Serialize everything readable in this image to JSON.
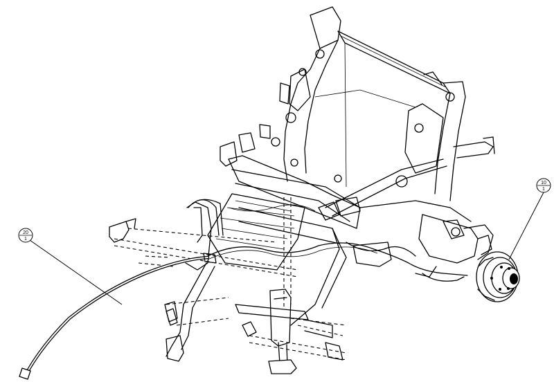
{
  "callouts": [
    {
      "id": "cable",
      "number": "20",
      "qty": "1"
    },
    {
      "id": "hub",
      "number": "10",
      "qty": "1"
    }
  ]
}
